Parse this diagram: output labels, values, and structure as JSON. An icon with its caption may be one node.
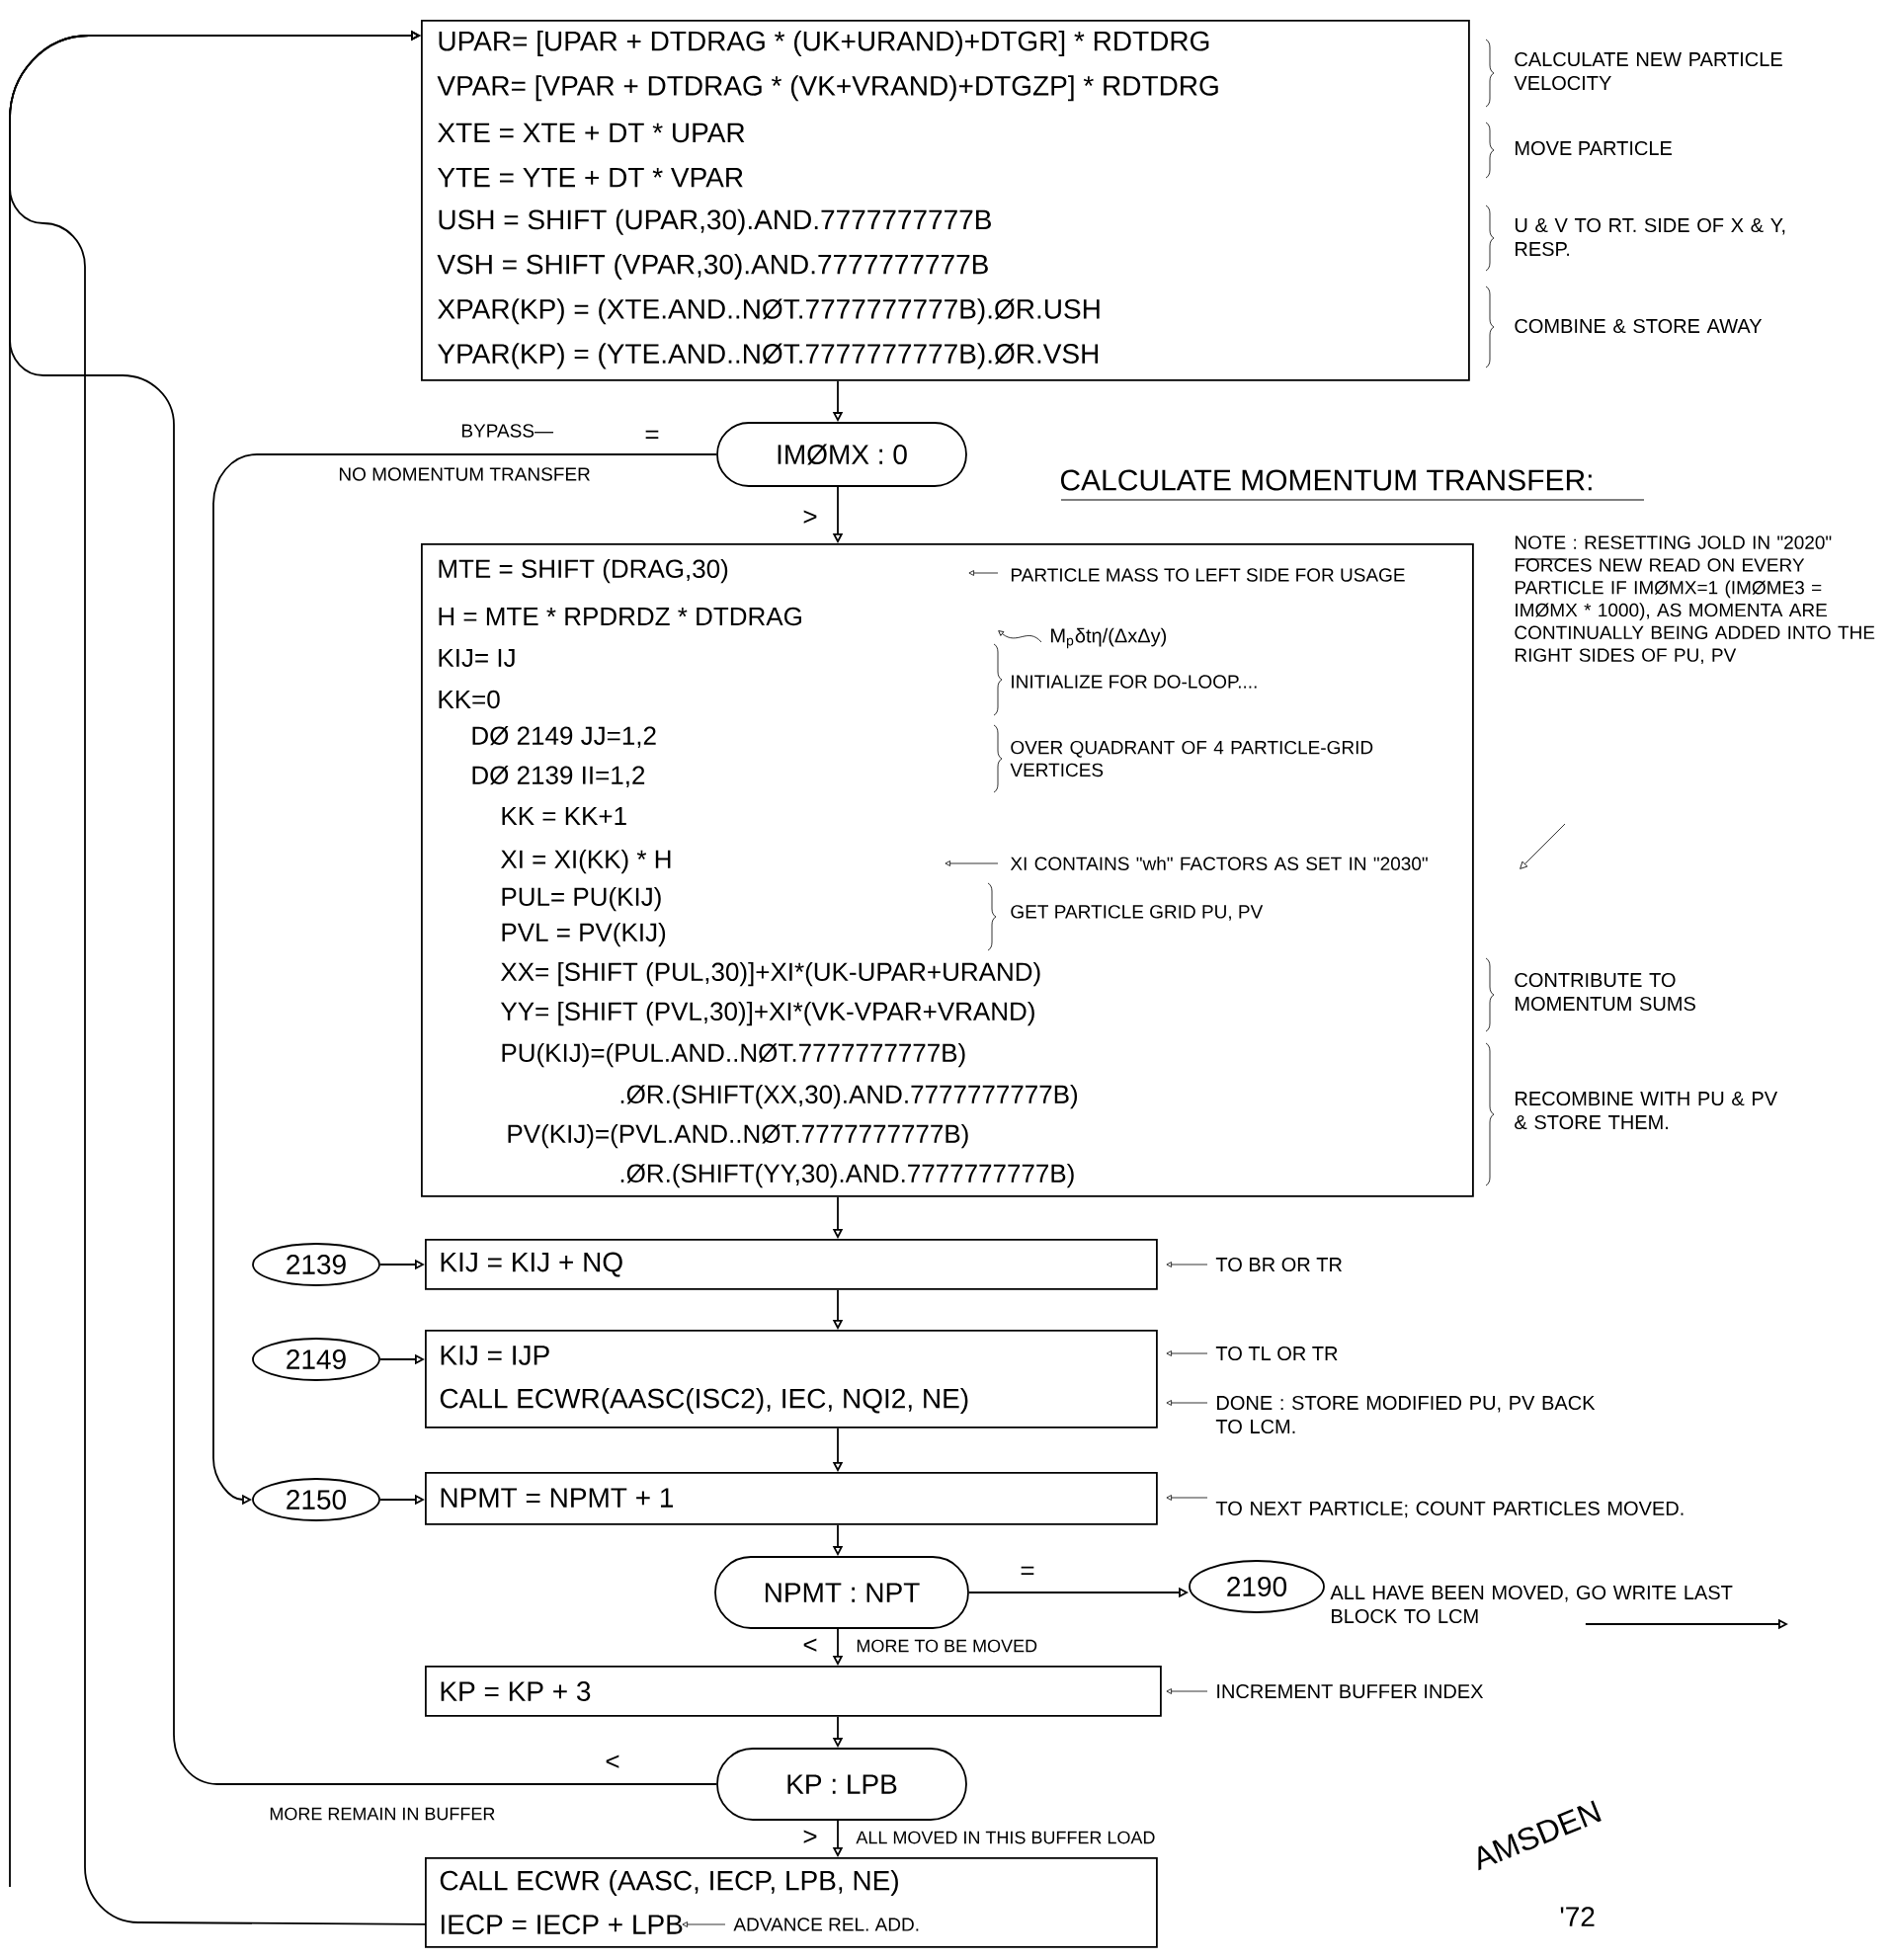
{
  "diagram": {
    "nodes": [
      {
        "text": [
          "UPAR= [UPAR + DTDRAG * (UK+URAND)+DTGR] * RDTDRG",
          "VPAR= [VPAR + DTDRAG * (VK+VRAND)+DTGZP] * RDTDRG",
          "XTE = XTE + DT * UPAR",
          "YTE = YTE + DT * VPAR",
          "USH = SHIFT (UPAR,30).AND.7777777777B",
          "VSH = SHIFT (VPAR,30).AND.7777777777B",
          "XPAR(KP) = (XTE.AND..NØT.7777777777B).ØR.USH",
          "YPAR(KP) = (YTE.AND..NØT.7777777777B).ØR.VSH"
        ],
        "beside": [
          "CALCULATE NEW PARTICLE VELOCITY",
          "MOVE PARTICLE",
          "U & V TO RT. SIDE OF X & Y, RESP.",
          "COMBINE & STORE AWAY"
        ]
      },
      {
        "text": [
          "IMØMX : 0"
        ]
      },
      {
        "text": [
          "MTE = SHIFT (DRAG,30)",
          "PARTICLE MASS TO LEFT SIDE FOR USAGE",
          "H = MTE * RPDRDZ * DTDRAG",
          "M$_{p}$δtη/(ΔxΔy)",
          "KIJ= IJ",
          "INITIALIZE FOR DO-LOOP....",
          "KK=0",
          "DØ 2149 JJ=1,2",
          "OVER QUADRANT OF 4 PARTICLE-GRID VERTICES",
          "DØ 2139 II=1,2",
          "KK = KK+1",
          "XI CONTAINS \"wh\" FACTORS AS SET IN \"2030\"",
          "XI = XI(KK) * H",
          "PUL= PU(KIJ)",
          "GET PARTICLE GRID PU, PV",
          "PVL = PV(KIJ)",
          "XX= [SHIFT (PUL,30)]+XI*(UK-UPAR+URAND)",
          "YY= [SHIFT (PVL,30)]+XI*(VK-VPAR+VRAND)",
          "PU(KIJ)=(PUL.AND..NØT.7777777777B)",
          ".ØR.(SHIFT(XX,30).AND.7777777777B)",
          "PV(KIJ)=(PVL.AND..NØT.7777777777B)",
          ".ØR.(SHIFT(YY,30).AND.7777777777B)"
        ],
        "beside": [
          "CONTRIBUTE TO MOMENTUM SUMS",
          "RECOMBINE WITH PU & PV & STORE THEM."
        ]
      },
      {
        "text": [
          "KIJ = KIJ + NQ"
        ],
        "beside": [
          "TO BR OR TR"
        ]
      },
      {
        "text": [
          "KIJ = IJP",
          "CALL ECWR(AASC(ISC2), IEC, NQI2, NE)"
        ],
        "beside": [
          "TO TL OR TR",
          "DONE : STORE MODIFIED PU, PV BACK TO LCM."
        ]
      },
      {
        "text": [
          "NPMT = NPMT + 1"
        ],
        "beside": [
          "TO NEXT PARTICLE; COUNT PARTICLES MOVED."
        ]
      },
      {
        "text": [
          "NPMT : NPT"
        ]
      },
      {
        "text": [
          "KP = KP + 3"
        ],
        "beside": [
          "INCREMENT BUFFER INDEX"
        ]
      },
      {
        "text": [
          "KP : LPB"
        ]
      },
      {
        "text": [
          "CALL ECWR (AASC, IECP, LPB, NE)",
          "IECP = IECP + LPB",
          "ADVANCE REL. ADD."
        ]
      },
      {
        "text": [
          "2139"
        ]
      },
      {
        "text": [
          "2149"
        ]
      },
      {
        "text": [
          "2150"
        ]
      },
      {
        "text": [
          "2190"
        ],
        "beside": [
          "ALL HAVE BEEN MOVED, GO WRITE LAST BLOCK TO LCM"
        ]
      }
    ],
    "edges": [
      {
        "from": 0,
        "to": 1,
        "arrow": "to"
      },
      {
        "from": 1,
        "to": 2,
        "arrow": "to",
        "label": ">"
      },
      {
        "from": 1,
        "to": 12,
        "arrow": "to",
        "label": "="
      },
      {
        "from": 2,
        "to": 3,
        "arrow": "to"
      },
      {
        "from": 10,
        "to": 3,
        "arrow": "to"
      },
      {
        "from": 3,
        "to": 4,
        "arrow": "to"
      },
      {
        "from": 11,
        "to": 4,
        "arrow": "to"
      },
      {
        "from": 4,
        "to": 5,
        "arrow": "to"
      },
      {
        "from": 12,
        "to": 5,
        "arrow": "to"
      },
      {
        "from": 5,
        "to": 6,
        "arrow": "to"
      },
      {
        "from": 6,
        "to": 13,
        "arrow": "to",
        "label": "="
      },
      {
        "from": 6,
        "to": 7,
        "arrow": "to",
        "label": "<"
      },
      {
        "from": 7,
        "to": 8,
        "arrow": "to"
      },
      {
        "from": 8,
        "to": 9,
        "arrow": "to",
        "label": ">"
      },
      {
        "from": 8,
        "to": 0,
        "arrow": "to",
        "label": "<"
      },
      {
        "from": 9,
        "to": 0,
        "arrow": "to"
      },
      {
        "from": null,
        "to": 0,
        "arrow": "to"
      },
      {
        "from": 13,
        "to": null,
        "arrow": "to"
      }
    ],
    "labels": [
      "BYPASS—",
      "NO MOMENTUM TRANSFER",
      "CALCULATE MOMENTUM TRANSFER:",
      "NOTE : RESETTING JOLD IN \"2020\" FORCES NEW READ ON EVERY PARTICLE IF IMØMX=1 (IMØME3 = IMØMX * 1000), AS MOMENTA ARE CONTINUALLY BEING ADDED INTO THE RIGHT SIDES OF PU, PV",
      "MORE TO BE MOVED",
      "MORE REMAIN IN BUFFER",
      "ALL MOVED IN THIS BUFFER LOAD",
      "AMSDEN",
      "'72"
    ]
  }
}
